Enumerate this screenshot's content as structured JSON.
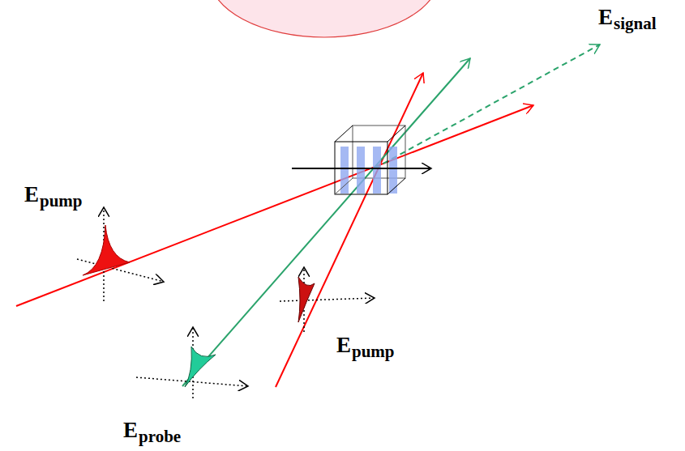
{
  "diagram": {
    "labels": [
      "E",
      "signal",
      "E",
      "pump",
      "E",
      "pump",
      "E",
      "probe"
    ]
  }
}
